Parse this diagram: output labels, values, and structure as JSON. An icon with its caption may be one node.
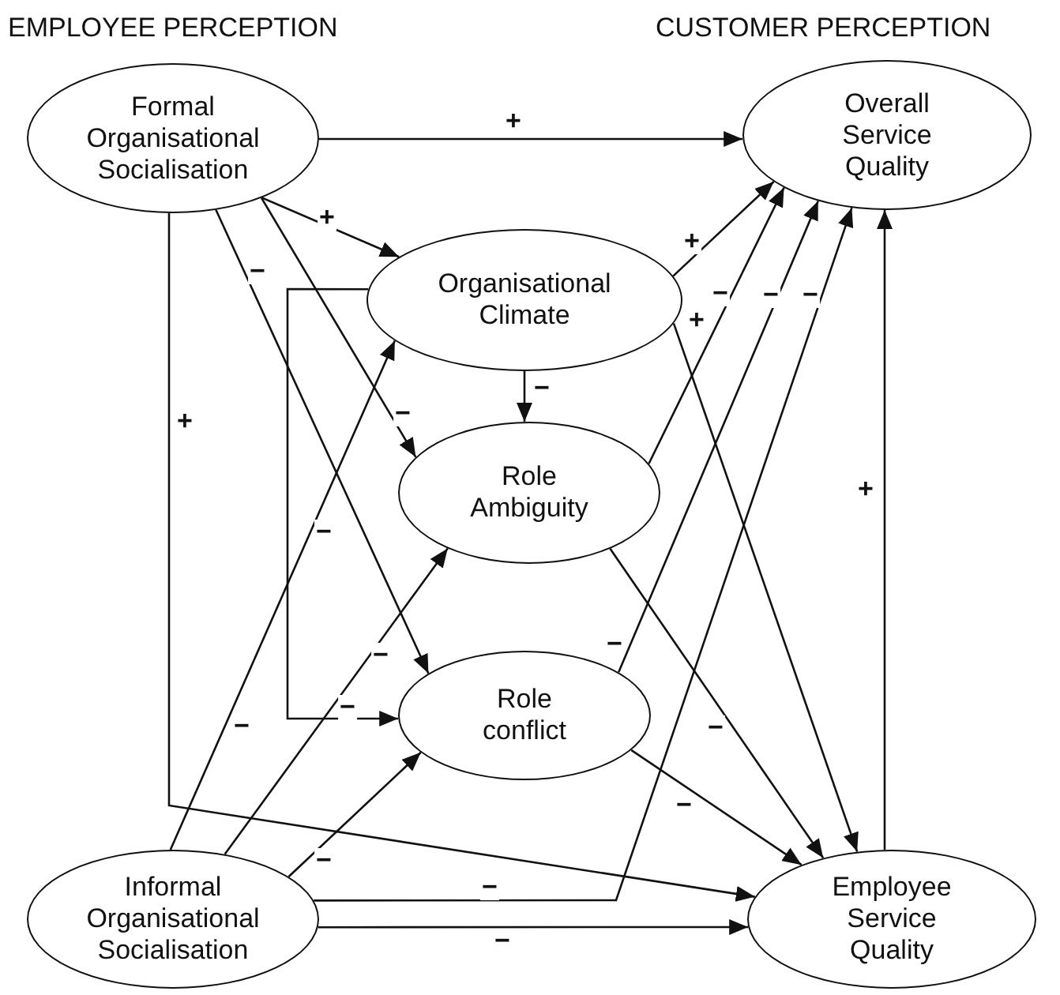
{
  "diagram": {
    "nodes": [
      {
        "text": [
          "Formal Organisational Socialisation"
        ]
      },
      {
        "text": [
          "Overall Service Quality"
        ]
      },
      {
        "text": [
          "Organisational Climate"
        ]
      },
      {
        "text": [
          "Role Ambiguity"
        ]
      },
      {
        "text": [
          "Role conflict"
        ]
      },
      {
        "text": [
          "Informal Organisational Socialisation"
        ]
      },
      {
        "text": [
          "Employee Service Quality"
        ]
      }
    ],
    "edges": [
      {
        "from": 0,
        "to": 1,
        "arrow": "to",
        "label": "+"
      },
      {
        "from": 0,
        "to": 2,
        "arrow": "to",
        "label": "+"
      },
      {
        "from": 0,
        "to": 3,
        "arrow": "to",
        "label": "−"
      },
      {
        "from": 0,
        "to": 4,
        "arrow": "to",
        "label": "−"
      },
      {
        "from": 0,
        "to": 6,
        "arrow": "to",
        "label": "+"
      },
      {
        "from": 2,
        "to": 1,
        "arrow": "to",
        "label": "+"
      },
      {
        "from": 2,
        "to": 3,
        "arrow": "to",
        "label": "−"
      },
      {
        "from": 2,
        "to": 4,
        "arrow": "to",
        "label": "−"
      },
      {
        "from": 2,
        "to": 6,
        "arrow": "to",
        "label": "+"
      },
      {
        "from": 3,
        "to": 1,
        "arrow": "to",
        "label": "−"
      },
      {
        "from": 3,
        "to": 6,
        "arrow": "to",
        "label": "−"
      },
      {
        "from": 4,
        "to": 1,
        "arrow": "to",
        "label": "−"
      },
      {
        "from": 4,
        "to": 6,
        "arrow": "to",
        "label": "−"
      },
      {
        "from": 5,
        "to": 1,
        "arrow": "to",
        "label": "−"
      },
      {
        "from": 5,
        "to": 2,
        "arrow": "to",
        "label": "−"
      },
      {
        "from": 5,
        "to": 3,
        "arrow": "to",
        "label": "−"
      },
      {
        "from": 5,
        "to": 4,
        "arrow": "to",
        "label": "−"
      },
      {
        "from": 5,
        "to": 6,
        "arrow": "to",
        "label": "−"
      },
      {
        "from": 6,
        "to": 1,
        "arrow": "to",
        "label": "+"
      }
    ],
    "labels": [
      "EMPLOYEE PERCEPTION",
      "CUSTOMER PERCEPTION",
      "−",
      "−",
      "−"
    ]
  }
}
